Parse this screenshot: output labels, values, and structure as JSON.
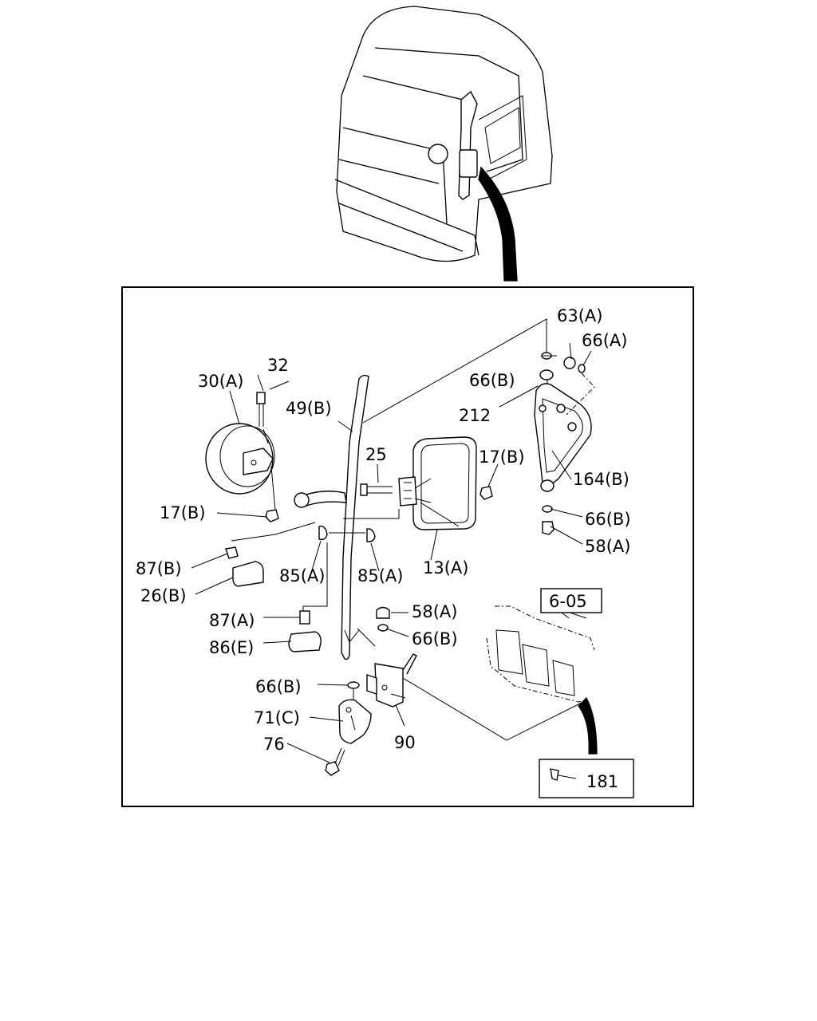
{
  "labels": {
    "p63a": "63(A)",
    "p66a": "66(A)",
    "p66b_top": "66(B)",
    "p212": "212",
    "p32": "32",
    "p30a": "30(A)",
    "p49b": "49(B)",
    "p25": "25",
    "p17b_right": "17(B)",
    "p164b": "164(B)",
    "p17b_left": "17(B)",
    "p66b_mid": "66(B)",
    "p58a_right": "58(A)",
    "p87b": "87(B)",
    "p85a_left": "85(A)",
    "p85a_right": "85(A)",
    "p13a": "13(A)",
    "p26b": "26(B)",
    "ref605": "6-05",
    "p58a_low": "58(A)",
    "p87a": "87(A)",
    "p66b_low": "66(B)",
    "p86e": "86(E)",
    "p66b_bottom": "66(B)",
    "p71c": "71(C)",
    "p90": "90",
    "p76": "76",
    "p181": "181"
  }
}
